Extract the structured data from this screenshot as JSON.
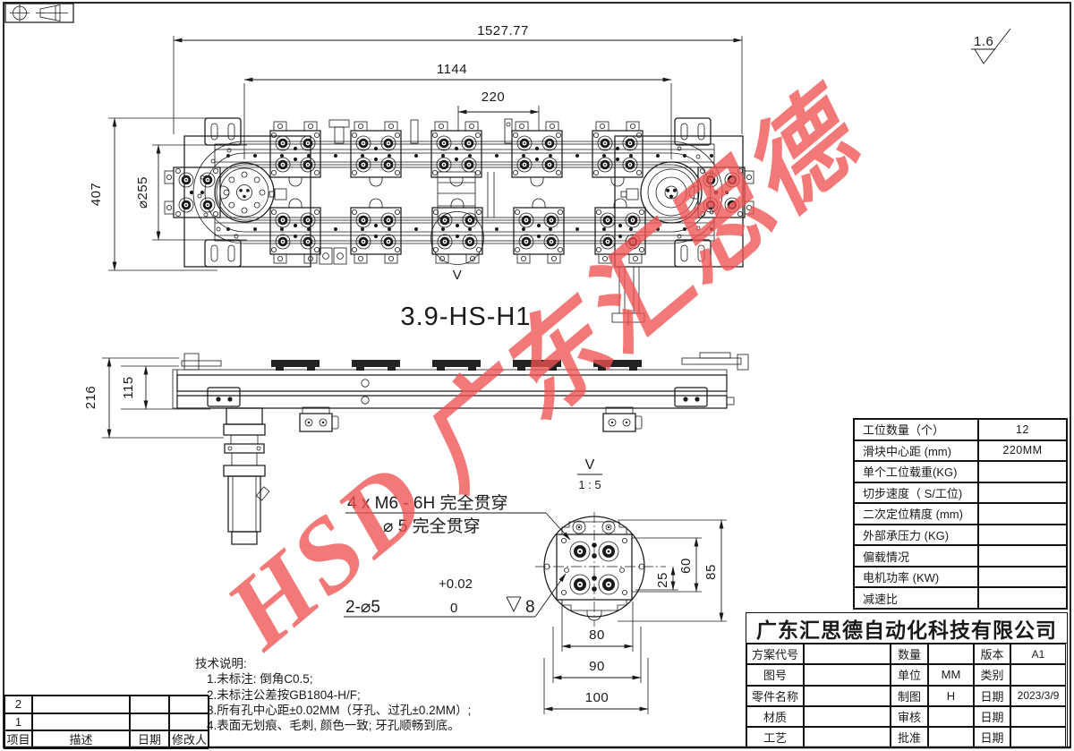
{
  "frame": {
    "projection_symbol": "first-angle-projection",
    "surface_finish": "1.6"
  },
  "watermark": {
    "text": "HSD 广东汇思德",
    "color": "#f05252"
  },
  "drawing_title": "3.9-HS-H1",
  "top_view": {
    "dim_overall_length": "1527.77",
    "dim_center_span": "1144",
    "dim_station_pitch": "220",
    "dim_overall_width": "407",
    "dim_turn_diameter": "⌀255",
    "detail_marker": "V"
  },
  "side_view": {
    "dim_total_height": "216",
    "dim_body_height": "115"
  },
  "detail_view": {
    "label": "V",
    "scale": "1 : 5",
    "callout_thread": "4 x  M6 - 6H 完全贯穿",
    "callout_through": "⌀ 5 完全贯穿",
    "callout_holes": "2-⌀5",
    "tolerance_upper": "+0.02",
    "tolerance_lower": "0",
    "depth_value": "8",
    "dim_25": "25",
    "dim_60": "60",
    "dim_85": "85",
    "dim_80": "80",
    "dim_90": "90",
    "dim_100": "100"
  },
  "tech_notes": {
    "title": "技术说明:",
    "items": [
      "1.未标注: 倒角C0.5;",
      "2.未标注公差按GB1804-H/F;",
      "3.所有孔中心距±0.02MM（牙孔、过孔±0.2MM）;",
      "4.表面无划痕、毛刺, 颜色一致; 牙孔顺畅到底。"
    ]
  },
  "spec_table": {
    "rows": [
      {
        "label": "工位数量（个）",
        "value": "12"
      },
      {
        "label": "滑块中心距 (mm)",
        "value": "220MM"
      },
      {
        "label": "单个工位载重(KG)",
        "value": ""
      },
      {
        "label": "切步速度（ S/工位)",
        "value": ""
      },
      {
        "label": "二次定位精度 (mm)",
        "value": ""
      },
      {
        "label": "外部承压力 (KG)",
        "value": ""
      },
      {
        "label": "偏载情况",
        "value": ""
      },
      {
        "label": "电机功率 (KW)",
        "value": ""
      },
      {
        "label": "减速比",
        "value": ""
      }
    ]
  },
  "title_block": {
    "company": "广东汇思德自动化科技有限公司",
    "rows": [
      {
        "l1": "方案代号",
        "v1": "",
        "l2": "数量",
        "v2": "",
        "l3": "版本",
        "v3": "A1"
      },
      {
        "l1": "图号",
        "v1": "",
        "l2": "单位",
        "v2": "MM",
        "l3": "类别",
        "v3": ""
      },
      {
        "l1": "零件名称",
        "v1": "",
        "l2": "制图",
        "v2": "H",
        "l3": "日期",
        "v3": "2023/3/9"
      },
      {
        "l1": "材质",
        "v1": "",
        "l2": "审核",
        "v2": "",
        "l3": "日期",
        "v3": ""
      },
      {
        "l1": "工艺",
        "v1": "",
        "l2": "批准",
        "v2": "",
        "l3": "日期",
        "v3": ""
      }
    ]
  },
  "revision_table": {
    "headers": [
      "项目",
      "描述",
      "日期",
      "修改人"
    ],
    "rows": [
      {
        "item": "2",
        "desc": "",
        "date": "",
        "by": ""
      },
      {
        "item": "1",
        "desc": "",
        "date": "",
        "by": ""
      }
    ]
  }
}
